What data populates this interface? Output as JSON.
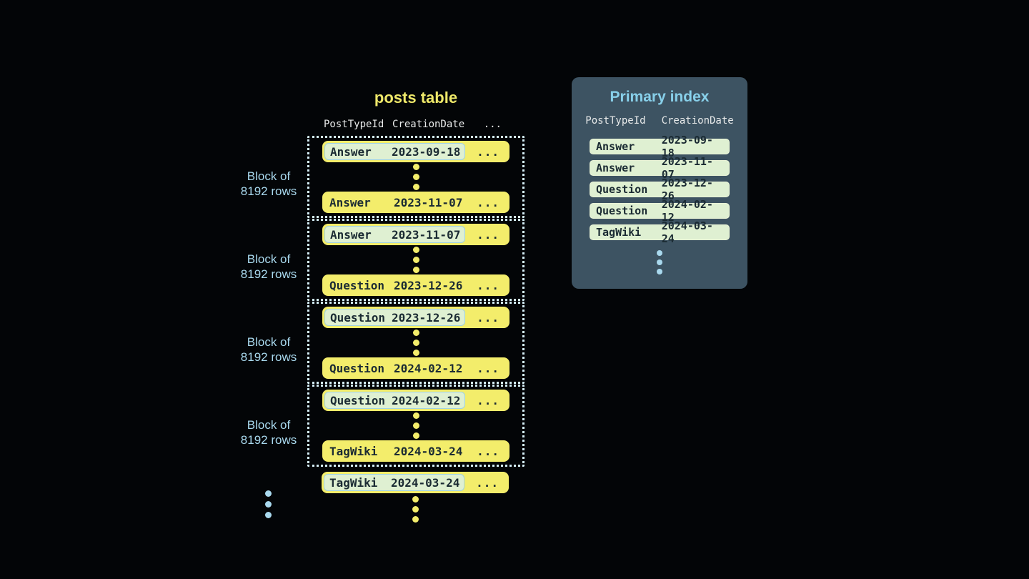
{
  "posts_table": {
    "title": "posts table",
    "header": {
      "post_type": "PostTypeId",
      "creation_date": "CreationDate",
      "more": "..."
    },
    "block_label": {
      "line1": "Block of",
      "line2": "8192 rows"
    },
    "blocks": [
      {
        "first": {
          "post_type": "Answer",
          "creation_date": "2023-09-18",
          "more": "..."
        },
        "last": {
          "post_type": "Answer",
          "creation_date": "2023-11-07",
          "more": "..."
        }
      },
      {
        "first": {
          "post_type": "Answer",
          "creation_date": "2023-11-07",
          "more": "..."
        },
        "last": {
          "post_type": "Question",
          "creation_date": "2023-12-26",
          "more": "..."
        }
      },
      {
        "first": {
          "post_type": "Question",
          "creation_date": "2023-12-26",
          "more": "..."
        },
        "last": {
          "post_type": "Question",
          "creation_date": "2024-02-12",
          "more": "..."
        }
      },
      {
        "first": {
          "post_type": "Question",
          "creation_date": "2024-02-12",
          "more": "..."
        },
        "last": {
          "post_type": "TagWiki",
          "creation_date": "2024-03-24",
          "more": "..."
        }
      }
    ],
    "next_block_first_row": {
      "post_type": "TagWiki",
      "creation_date": "2024-03-24",
      "more": "..."
    }
  },
  "primary_index": {
    "title": "Primary index",
    "header": {
      "post_type": "PostTypeId",
      "creation_date": "CreationDate"
    },
    "rows": [
      {
        "post_type": "Answer",
        "creation_date": "2023-09-18"
      },
      {
        "post_type": "Answer",
        "creation_date": "2023-11-07"
      },
      {
        "post_type": "Question",
        "creation_date": "2023-12-26"
      },
      {
        "post_type": "Question",
        "creation_date": "2024-02-12"
      },
      {
        "post_type": "TagWiki",
        "creation_date": "2024-03-24"
      }
    ]
  },
  "colors": {
    "background": "#030507",
    "row_yellow": "#f3ed6b",
    "row_text": "#1b2b33",
    "highlight_green": "#dff0d2",
    "highlight_border_blue": "#9fd2e4",
    "block_dotted_border": "#d4edf5",
    "accent_blue": "#a9d9ee",
    "panel_background": "#3d5362",
    "panel_title_blue": "#88d0ea",
    "header_text": "#e8eaea",
    "title_yellow": "#efe96a"
  }
}
